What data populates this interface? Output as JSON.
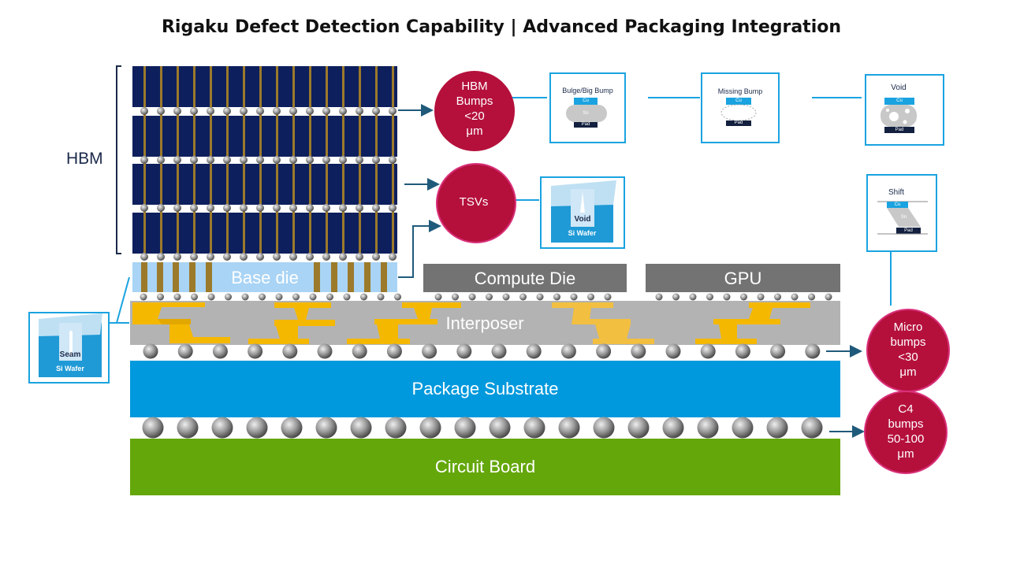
{
  "title": "Rigaku Defect Detection Capability | Advanced Packaging Integration",
  "layers": {
    "hbm": "HBM",
    "base_die": "Base die",
    "compute_die": "Compute Die",
    "gpu": "GPU",
    "interposer": "Interposer",
    "package_substrate": "Package Substrate",
    "circuit_board": "Circuit Board"
  },
  "callouts": {
    "hbm_bumps": [
      "HBM",
      "Bumps",
      "<20",
      "μm"
    ],
    "tsvs": [
      "TSVs"
    ],
    "micro_bumps": [
      "Micro",
      "bumps",
      "<30",
      "μm"
    ],
    "c4_bumps": [
      "C4",
      "bumps",
      "50-100",
      "μm"
    ]
  },
  "defects": {
    "bulge": {
      "title": "Bulge/Big Bump",
      "top": "Cu",
      "mid": "Sn",
      "bottom": "Pad"
    },
    "missing": {
      "title": "Missing Bump",
      "top": "Cu",
      "bottom": "Pad"
    },
    "void": {
      "title": "Void",
      "top": "Cu",
      "bottom": "Pad"
    },
    "shift": {
      "title": "Shift",
      "top": "Cu",
      "mid": "Sn",
      "bottom": "Pad"
    },
    "tsv_void": {
      "label": "Void",
      "sub": "Si Wafer"
    },
    "seam": {
      "label": "Seam",
      "sub": "Si Wafer"
    }
  },
  "colors": {
    "navy": "#0d1f5c",
    "tsv_gold": "#9c7a2b",
    "base_die": "#a9d4f5",
    "compute_gray": "#737373",
    "interposer": "#b3b3b3",
    "solder_gold": "#f5b800",
    "substrate_blue": "#0099dd",
    "board_green": "#64a70b",
    "callout_red": "#b5103c",
    "accent_blue": "#1aa3e0",
    "arrow": "#1f5a7a"
  }
}
